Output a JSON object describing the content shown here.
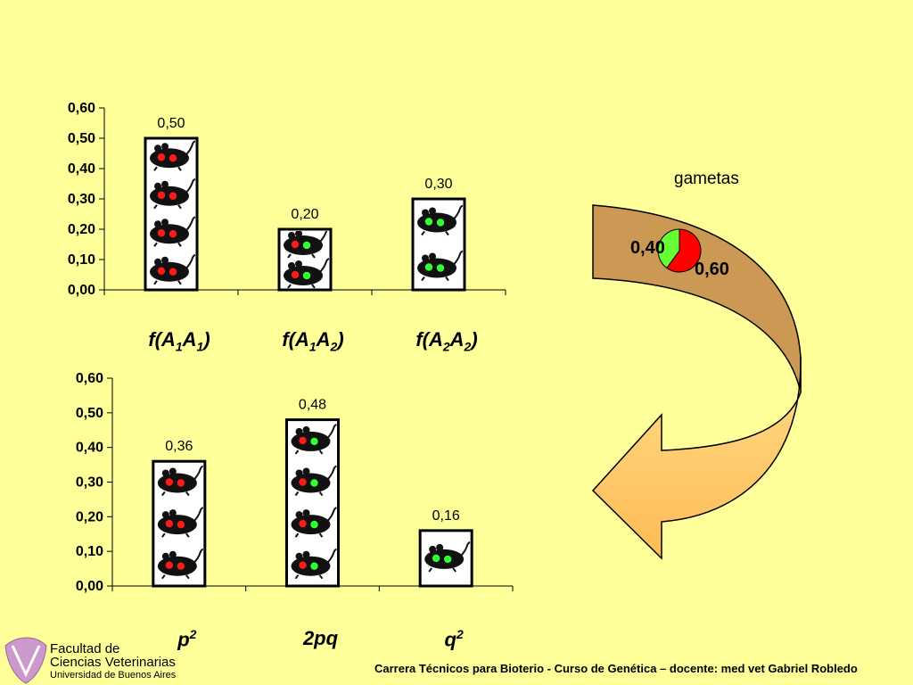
{
  "chart_data": [
    {
      "type": "bar",
      "categories": [
        "f(A1A1)",
        "f(A1A2)",
        "f(A2A2)"
      ],
      "values": [
        0.5,
        0.2,
        0.3
      ],
      "data_labels": [
        "0,50",
        "0,20",
        "0,30"
      ],
      "yticks": [
        "0,00",
        "0,10",
        "0,20",
        "0,30",
        "0,40",
        "0,50",
        "0,60"
      ],
      "ylim": [
        0,
        0.6
      ],
      "grid": false,
      "fill": "mouse-pictogram"
    },
    {
      "type": "bar",
      "categories": [
        "p2",
        "2pq",
        "q2"
      ],
      "values": [
        0.36,
        0.48,
        0.16
      ],
      "data_labels": [
        "0,36",
        "0,48",
        "0,16"
      ],
      "yticks": [
        "0,00",
        "0,10",
        "0,20",
        "0,30",
        "0,40",
        "0,50",
        "0,60"
      ],
      "ylim": [
        0,
        0.6
      ],
      "grid": false,
      "fill": "mouse-pictogram"
    },
    {
      "type": "pie",
      "title": "gametas",
      "values": [
        0.6,
        0.4
      ],
      "data_labels": [
        "0,60",
        "0,40"
      ],
      "colors": [
        "#ff0000",
        "#66ff33"
      ]
    }
  ],
  "top_categories": [
    {
      "base": "f(A",
      "s1": "1",
      "mid": "A",
      "s2": "1",
      "end": ")"
    },
    {
      "base": "f(A",
      "s1": "1",
      "mid": "A",
      "s2": "2",
      "end": ")"
    },
    {
      "base": "f(A",
      "s1": "2",
      "mid": "A",
      "s2": "2",
      "end": ")"
    }
  ],
  "bottom_categories": [
    {
      "base": "p",
      "sup": "2",
      "end": ""
    },
    {
      "base": "2pq",
      "sup": "",
      "end": ""
    },
    {
      "base": "q",
      "sup": "2",
      "end": ""
    }
  ],
  "footer": "Carrera Técnicos para Bioterio -  Curso de Genética – docente: med vet Gabriel Robledo",
  "logo": {
    "line1": "Facultad de",
    "line2": "Ciencias Veterinarias",
    "line3": "Universidad de Buenos Aires"
  },
  "colors": {
    "background": "#ffff99",
    "allele1": "#ff1a1a",
    "allele2": "#33ff33",
    "arrow_dark": "#cc9966",
    "arrow_light": "#ffcc66",
    "logo_purple": "#cc99cc"
  }
}
